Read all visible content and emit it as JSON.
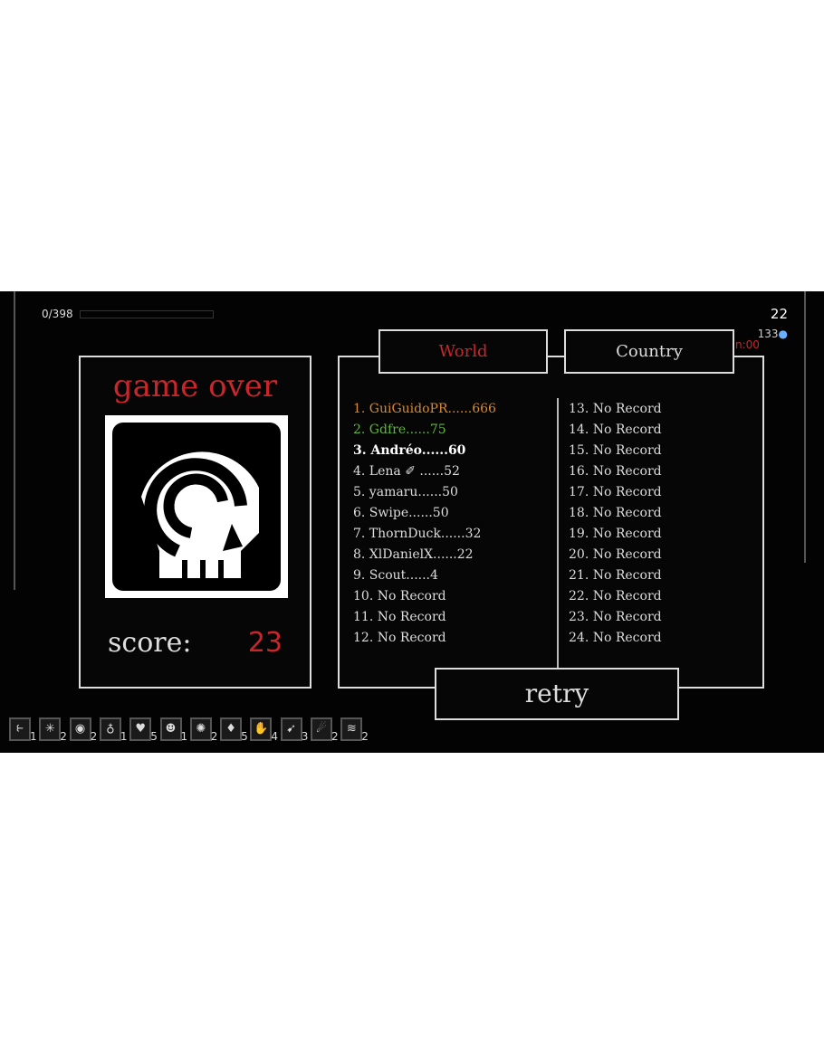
{
  "hud": {
    "xp": "0/398",
    "level": "22",
    "souls": "133",
    "timer": "n:00",
    "xp_progress": 0
  },
  "game_over": {
    "title": "game over",
    "score_label": "score:",
    "score": "23"
  },
  "tabs": {
    "world": "World",
    "country": "Country"
  },
  "leaderboard": [
    {
      "text": "1. GuiGuidoPR......666",
      "color": "#d98a2a"
    },
    {
      "text": "2. Gdfre......75",
      "color": "#5fb83a"
    },
    {
      "text": "3. Andréo......60",
      "color": "#ffffff"
    },
    {
      "text": "4. Lena ✐ ......52",
      "color": "#dddddd"
    },
    {
      "text": "5. yamaru......50",
      "color": "#dddddd"
    },
    {
      "text": "6. Swipe......50",
      "color": "#dddddd"
    },
    {
      "text": "7. ThornDuck......32",
      "color": "#dddddd"
    },
    {
      "text": "8. XlDanielX......22",
      "color": "#dddddd"
    },
    {
      "text": "9. Scout......4",
      "color": "#dddddd"
    },
    {
      "text": "10. No Record",
      "color": "#dddddd"
    },
    {
      "text": "11. No Record",
      "color": "#dddddd"
    },
    {
      "text": "12. No Record",
      "color": "#dddddd"
    },
    {
      "text": "13. No Record",
      "color": "#dddddd"
    },
    {
      "text": "14. No Record",
      "color": "#dddddd"
    },
    {
      "text": "15. No Record",
      "color": "#dddddd"
    },
    {
      "text": "16. No Record",
      "color": "#dddddd"
    },
    {
      "text": "17. No Record",
      "color": "#dddddd"
    },
    {
      "text": "18. No Record",
      "color": "#dddddd"
    },
    {
      "text": "19. No Record",
      "color": "#dddddd"
    },
    {
      "text": "20. No Record",
      "color": "#dddddd"
    },
    {
      "text": "21. No Record",
      "color": "#dddddd"
    },
    {
      "text": "22. No Record",
      "color": "#dddddd"
    },
    {
      "text": "23. No Record",
      "color": "#dddddd"
    },
    {
      "text": "24. No Record",
      "color": "#dddddd"
    }
  ],
  "retry": "retry",
  "upgrades": [
    {
      "icon": "horn-icon",
      "glyph": "⥼",
      "count": "1"
    },
    {
      "icon": "burst-icon",
      "glyph": "✳",
      "count": "2"
    },
    {
      "icon": "eye-icon",
      "glyph": "◉",
      "count": "2"
    },
    {
      "icon": "flask-icon",
      "glyph": "♁",
      "count": "1"
    },
    {
      "icon": "heart-plus-icon",
      "glyph": "♥",
      "count": "5"
    },
    {
      "icon": "skull-flame-icon",
      "glyph": "☻",
      "count": "1"
    },
    {
      "icon": "sun-icon",
      "glyph": "✺",
      "count": "2"
    },
    {
      "icon": "drop-icon",
      "glyph": "♦",
      "count": "5"
    },
    {
      "icon": "hand-icon",
      "glyph": "✋",
      "count": "4"
    },
    {
      "icon": "wing-icon",
      "glyph": "➹",
      "count": "3"
    },
    {
      "icon": "comet-icon",
      "glyph": "☄",
      "count": "2"
    },
    {
      "icon": "wind-icon",
      "glyph": "≋",
      "count": "2"
    }
  ],
  "colors": {
    "accent_red": "#c8262a",
    "border": "#dddddd"
  }
}
